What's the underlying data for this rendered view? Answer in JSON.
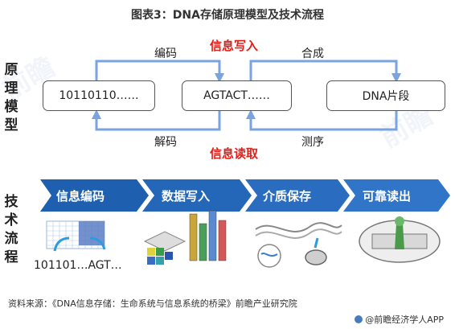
{
  "title": "图表3：DNA存储原理模型及技术流程",
  "model_section": {
    "side_label": [
      "原",
      "理",
      "模",
      "型"
    ],
    "boxes": {
      "binary": "10110110……",
      "sequence": "AGTACT……",
      "fragment": "DNA片段"
    },
    "arrows": {
      "encode": "编码",
      "synthesize": "合成",
      "decode": "解码",
      "sequencing": "测序"
    },
    "write_label": "信息写入",
    "read_label": "信息读取"
  },
  "tech_section": {
    "side_label": [
      "技",
      "术",
      "流",
      "程"
    ],
    "steps": [
      {
        "label": "信息编码"
      },
      {
        "label": "数据写入"
      },
      {
        "label": "介质保存"
      },
      {
        "label": "可靠读出"
      }
    ],
    "encode_caption": "101101…AGT…"
  },
  "colors": {
    "chevron": "#1f5fb0",
    "loop_arrow": "#7aa4e0",
    "highlight_red": "#e0201b"
  },
  "source": "资料来源：《DNA信息存储：生命系统与信息系统的桥梁》前瞻产业研究院",
  "brand": "@前瞻经济学人APP"
}
